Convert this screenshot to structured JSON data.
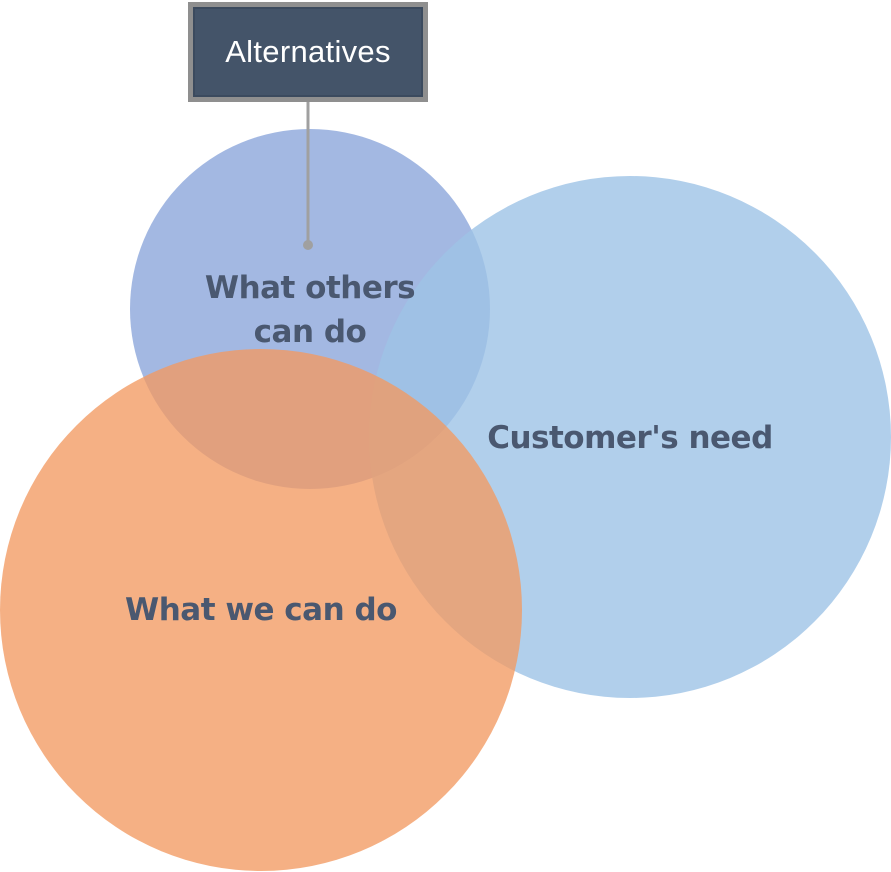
{
  "diagram": {
    "callout_label": "Alternatives",
    "circles": [
      {
        "id": "others",
        "label_lines": [
          "What others",
          "can do"
        ],
        "color": "#8fa8dc"
      },
      {
        "id": "need",
        "label": "Customer's need",
        "color": "#9dc3e6"
      },
      {
        "id": "we",
        "label": "What we can do",
        "color": "#f4a574"
      }
    ],
    "colors": {
      "label_text": "#4a5870",
      "callout_fill": "#445469",
      "callout_border": "#8f8f8f",
      "connector": "#a0a0a0"
    }
  }
}
